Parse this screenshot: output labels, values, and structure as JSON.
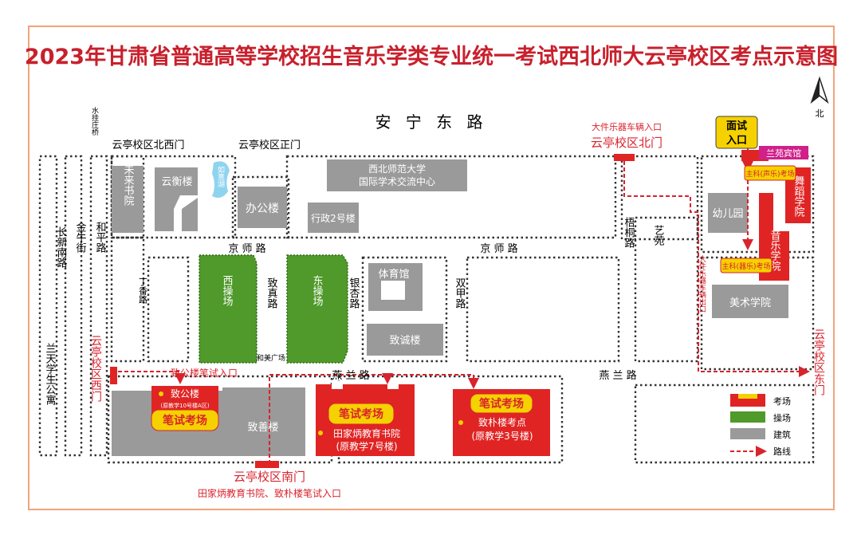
{
  "title": "2023年甘肃省普通高等学校招生音乐学类专业统一考试西北师大云亭校区考点示意图",
  "compass": "北",
  "roads": {
    "anning_east": "安 宁 东 路",
    "jingshi_1": "京 师 路",
    "jingshi_2": "京 师 路",
    "yanlan_1": "燕 兰 路",
    "yanlan_2": "燕 兰 路",
    "changxin_nan": "长新南路",
    "jinniu": "金牛街",
    "heping": "和平路",
    "dingxiang": "丁香路",
    "zhizhen": "致真路",
    "yinxing": "银杏路",
    "shuangjia": "双甲路",
    "wutong": "梧桐路",
    "yiyuan": "艺苑",
    "lantian": "兰天学生公寓",
    "shuiguazhuang_bridge": "水挂庄桥"
  },
  "gates": {
    "northwest": "云亭校区北西门",
    "main": "云亭校区正门",
    "north_vehicle_label": "大件乐器车辆入口",
    "north": "云亭校区北门",
    "west": "云亭校区西门",
    "east": "云亭校区东门",
    "south": "云亭校区南门",
    "south_note": "田家炳教育书院、致朴楼笔试入口",
    "interview_entrance": "面试入口",
    "vehicle_exit": "大件乐器车辆出口"
  },
  "buildings": {
    "weilai_library": "未来书院",
    "yunheng": "云衡楼",
    "ruyi_lake": "如意湖",
    "bangong": "办公楼",
    "xingzheng2": "行政2号楼",
    "exchange_center_1": "西北师范大学",
    "exchange_center_2": "国际学术交流中心",
    "gym": "体育馆",
    "zhicheng": "致诚楼",
    "zhishan": "致善楼",
    "kindergarten": "幼儿园",
    "dance_school": "舞蹈学院",
    "music_school": "音乐学院",
    "art_school": "美术学院",
    "lanyuan_hotel": "兰苑宾馆",
    "west_field": "西操场",
    "east_field": "东操场",
    "hemei_square": "和美广场"
  },
  "exam_sites": {
    "vocal_exam": "主科(声乐)考场",
    "instrument_exam": "主科(器乐)考场",
    "written_exam_1": "笔试考场",
    "written_exam_2": "笔试考场",
    "written_exam_3": "笔试考场",
    "zhigong_entrance": "致公楼笔试入口",
    "zhigong_name": "致公楼",
    "zhigong_note": "(原教学10号楼A区)",
    "tianjiabing_name": "田家炳教育书院",
    "tianjiabing_note": "(原教学7号楼)",
    "zhipu_name": "致朴楼考点",
    "zhipu_note": "(原教学3号楼)"
  },
  "legend": {
    "exam": "考场",
    "field": "操场",
    "building": "建筑",
    "route": "路线"
  },
  "colors": {
    "title_red": "#c8202c",
    "exam_red": "#e02424",
    "exam_yellow": "#f5d100",
    "field_green": "#4f9a2a",
    "building_gray": "#9a9a9a",
    "hotel_magenta": "#d0208a"
  }
}
